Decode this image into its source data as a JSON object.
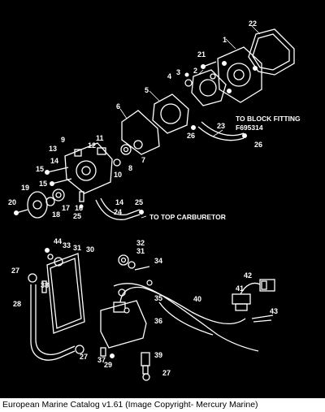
{
  "callouts": [
    "1",
    "2",
    "3",
    "4",
    "5",
    "6",
    "7",
    "8",
    "9",
    "10",
    "11",
    "12",
    "13",
    "14",
    "15",
    "16",
    "17",
    "18",
    "19",
    "20",
    "21",
    "22",
    "23",
    "24",
    "25",
    "26",
    "27",
    "28",
    "29",
    "30",
    "31",
    "32",
    "33",
    "34",
    "35",
    "36",
    "37",
    "38",
    "39",
    "40",
    "41",
    "42",
    "43",
    "44"
  ],
  "notes": {
    "block_fitting": "TO BLOCK FITTING",
    "part_number": "F695314",
    "top_carburetor": "TO TOP CARBURETOR"
  },
  "footer": "European Marine Catalog v1.61 (Image Copyright- Mercury Marine)"
}
